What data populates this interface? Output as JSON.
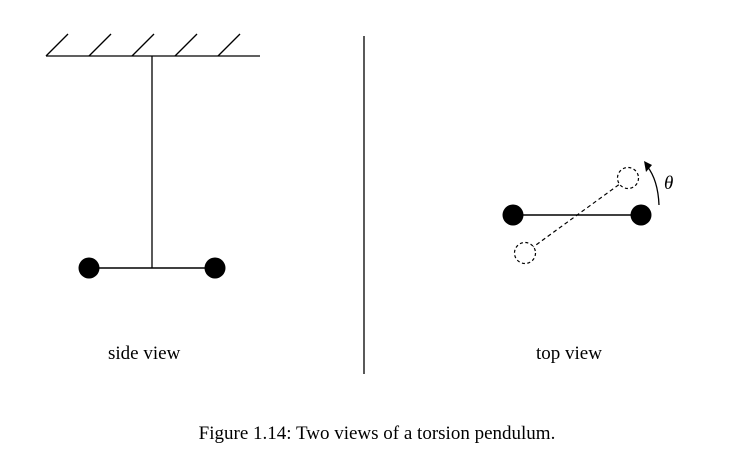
{
  "side_view": {
    "label": "side view"
  },
  "top_view": {
    "label": "top view",
    "angle_symbol": "θ"
  },
  "caption": "Figure 1.14: Two views of a torsion pendulum.",
  "colors": {
    "ink": "#000000",
    "background": "#ffffff"
  },
  "icons": {
    "ceiling": "hatched-ceiling-icon",
    "mass": "filled-circle-mass-icon",
    "displaced_mass": "dashed-circle-mass-icon",
    "rotation_arrow": "curved-arrow-icon"
  }
}
